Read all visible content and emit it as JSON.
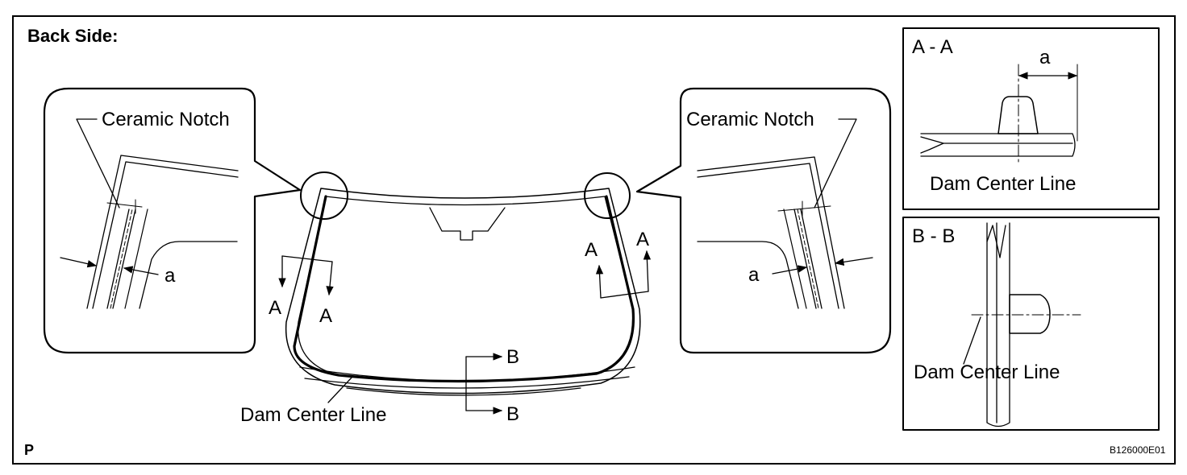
{
  "labels": {
    "title": "Back Side:",
    "ceramic_notch_left": "Ceramic Notch",
    "ceramic_notch_right": "Ceramic Notch",
    "dim_a_left": "a",
    "dim_a_right": "a",
    "section_a_left_1": "A",
    "section_a_left_2": "A",
    "section_a_right_1": "A",
    "section_a_right_2": "A",
    "section_b_1": "B",
    "section_b_2": "B",
    "dam_center_line_main": "Dam Center Line",
    "detail_aa_title": "A - A",
    "detail_aa_dim": "a",
    "detail_aa_label": "Dam Center Line",
    "detail_bb_title": "B - B",
    "detail_bb_label": "Dam Center Line",
    "page_marker": "P",
    "figure_code": "B126000E01"
  }
}
